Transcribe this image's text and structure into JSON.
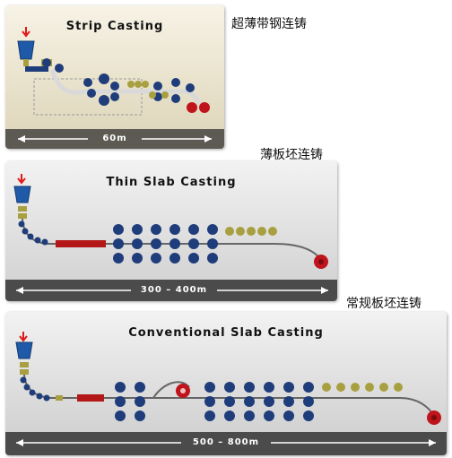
{
  "strip": {
    "title": "Strip Casting",
    "length": "60m",
    "label_cn": "超薄带钢连铸"
  },
  "thin": {
    "title": "Thin Slab Casting",
    "length": "300 – 400m",
    "label_cn": "薄板坯连铸"
  },
  "conventional": {
    "title": "Conventional Slab Casting",
    "length": "500 – 800m",
    "label_cn": "常规板坯连铸"
  },
  "watermark": "",
  "colors": {
    "ladle": "#1e5aa8",
    "roll": "#1f3d7a",
    "coiler": "#c0141c",
    "heater": "#b31717",
    "stand": "#a8a040",
    "arrow": "#e01818",
    "panel_light": "#efe9d6",
    "panel_grey": "#d6d6d6",
    "bar": "#4b4b4b"
  },
  "icons": [
    "ladle-icon",
    "tundish-icon",
    "roll-icon",
    "coiler-icon",
    "heater-icon",
    "rolling-stand-icon"
  ]
}
